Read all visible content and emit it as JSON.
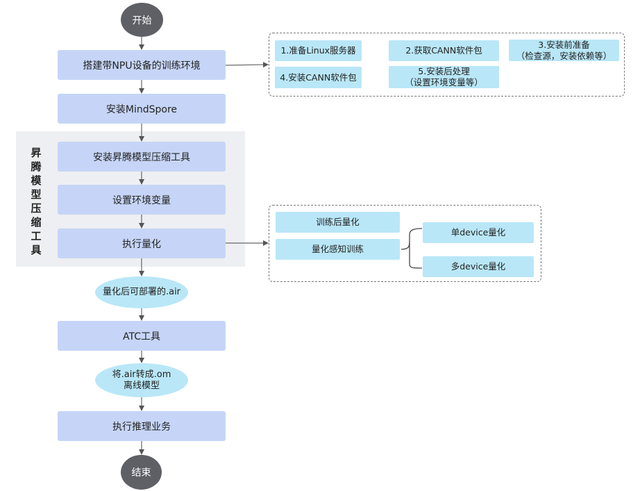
{
  "flow": {
    "start": "开始",
    "step1": "搭建带NPU设备的训练环境",
    "step2": "安装MindSpore",
    "step3": "安装昇腾模型压缩工具",
    "step4": "设置环境变量",
    "step5": "执行量化",
    "output1": "量化后可部署的.air",
    "step6": "ATC工具",
    "output2_line1": "将.air转成.om",
    "output2_line2": "离线模型",
    "step7": "执行推理业务",
    "end": "结束"
  },
  "group": {
    "label": "昇腾模型压缩工具"
  },
  "env_panel": {
    "item1": "1.准备Linux服务器",
    "item2": "2.获取CANN软件包",
    "item3_line1": "3.安装前准备",
    "item3_line2": "（检查源，安装依赖等）",
    "item4": "4.安装CANN软件包",
    "item5_line1": "5.安装后处理",
    "item5_line2": "（设置环境变量等）"
  },
  "quant_panel": {
    "ptq": "训练后量化",
    "qat": "量化感知训练",
    "single": "单device量化",
    "multi": "多device量化"
  },
  "colors": {
    "flow_box": "#c6d5f7",
    "cyan_box": "#b9e7f7",
    "terminal": "#5e6066",
    "group_bg": "#eeeff2"
  }
}
